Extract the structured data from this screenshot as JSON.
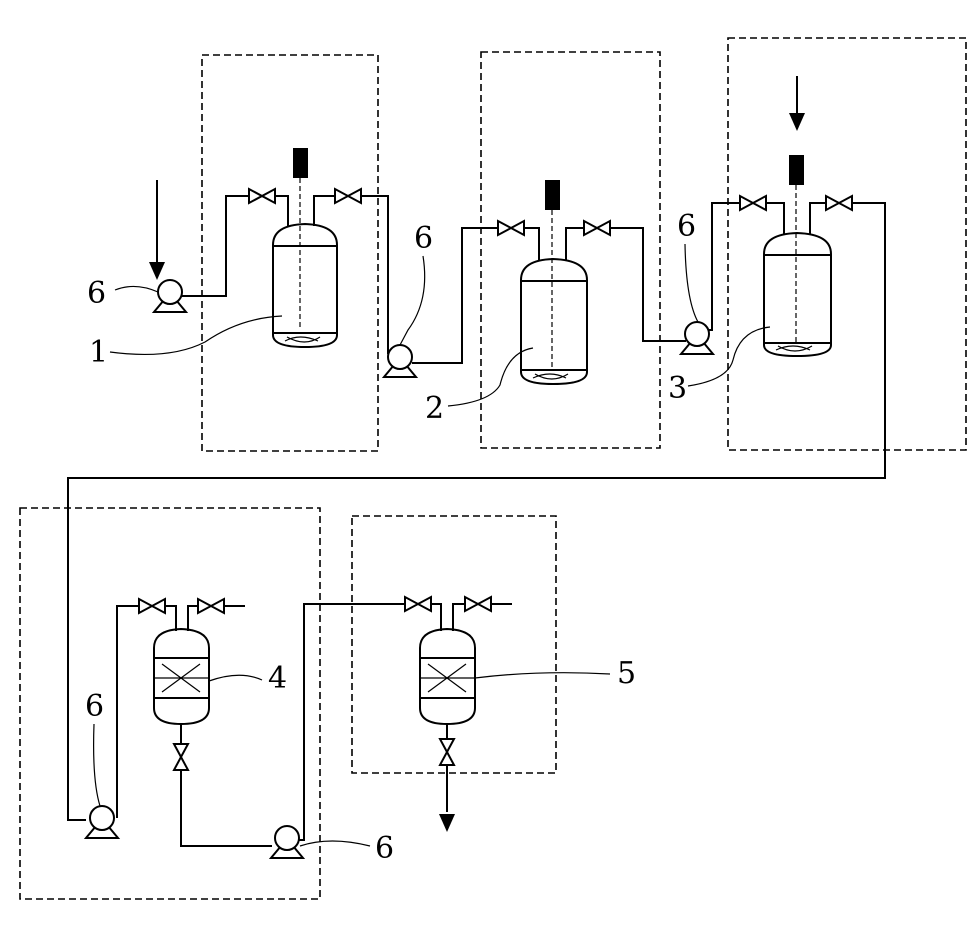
{
  "labels": {
    "reactor_1": "1",
    "reactor_2": "2",
    "reactor_3": "3",
    "column_4": "4",
    "column_5": "5",
    "pump_a": "6",
    "pump_b": "6",
    "pump_c": "6",
    "pump_d": "6",
    "pump_e": "6"
  }
}
